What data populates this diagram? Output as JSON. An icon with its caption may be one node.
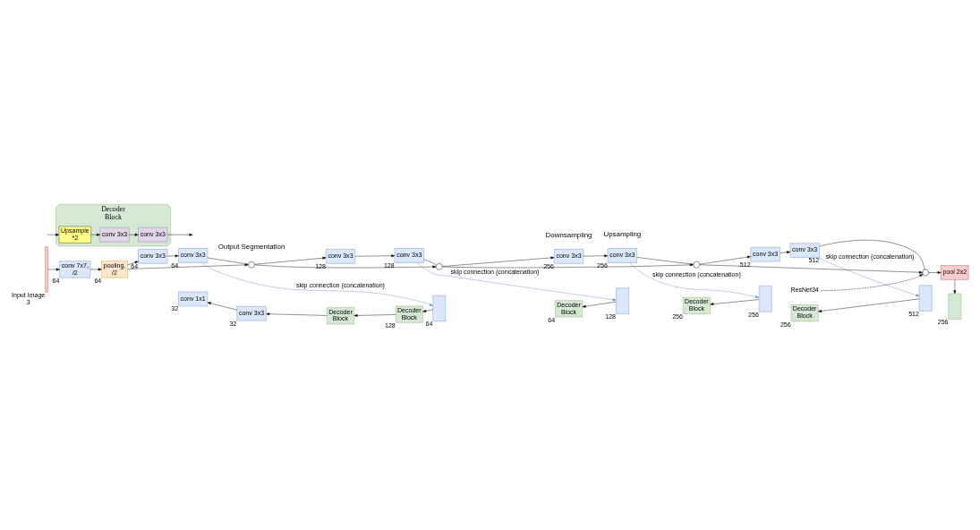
{
  "diagram": {
    "nodes": [
      {
        "text": [],
        "shape": "bar",
        "beside": [
          "Input Image",
          "3"
        ]
      },
      {
        "text": [
          "conv 7x7, /2"
        ],
        "beside": [
          "64"
        ]
      },
      {
        "text": [
          "pooling, /2"
        ],
        "beside": [
          "64"
        ]
      },
      {
        "text": [
          "conv 3x3"
        ],
        "beside": [
          "64"
        ]
      },
      {
        "text": [
          "conv 3x3"
        ],
        "beside": [
          "64"
        ]
      },
      {
        "text": [],
        "shape": "circle"
      },
      {
        "text": [
          "conv 3x3"
        ],
        "beside": [
          "128"
        ]
      },
      {
        "text": [
          "conv 3x3"
        ],
        "beside": [
          "128"
        ]
      },
      {
        "text": [],
        "shape": "circle"
      },
      {
        "text": [
          "conv 3x3"
        ],
        "beside": [
          "256"
        ]
      },
      {
        "text": [
          "conv 3x3"
        ],
        "beside": [
          "256"
        ]
      },
      {
        "text": [],
        "shape": "circle"
      },
      {
        "text": [
          "conv 3x3"
        ],
        "beside": [
          "512"
        ]
      },
      {
        "text": [
          "conv 3x3"
        ],
        "beside": [
          "512"
        ]
      },
      {
        "text": [],
        "shape": "circle"
      },
      {
        "text": [
          "pool 2x2"
        ]
      },
      {
        "text": [],
        "shape": "box",
        "beside": [
          "256"
        ]
      },
      {
        "text": [],
        "shape": "box",
        "beside": [
          "512"
        ]
      },
      {
        "text": [
          "Decoder Block"
        ],
        "beside": [
          "256"
        ]
      },
      {
        "text": [],
        "shape": "box",
        "beside": [
          "256"
        ]
      },
      {
        "text": [
          "Decoder Block"
        ],
        "beside": [
          "256"
        ]
      },
      {
        "text": [],
        "shape": "box",
        "beside": [
          "128"
        ]
      },
      {
        "text": [
          "Decoder Block"
        ],
        "beside": [
          "64"
        ]
      },
      {
        "text": [],
        "shape": "box",
        "beside": [
          "64"
        ]
      },
      {
        "text": [
          "Decoder Block"
        ],
        "beside": [
          "128"
        ]
      },
      {
        "text": [
          "Decoder Block"
        ]
      },
      {
        "text": [
          "conv 3x3"
        ],
        "beside": [
          "32"
        ]
      },
      {
        "text": [
          "conv 1x1"
        ],
        "beside": [
          "32"
        ]
      },
      {
        "text": [
          "Decoder Block"
        ]
      },
      {
        "text": [
          "Upsample *2"
        ],
        "in": 28
      },
      {
        "text": [
          "conv 3x3"
        ],
        "in": 28
      },
      {
        "text": [
          "conv 3x3"
        ],
        "in": 28
      },
      {
        "text": [
          "ResNet34"
        ]
      }
    ],
    "edges": [
      {
        "from": 0,
        "to": 1,
        "arrow": "to"
      },
      {
        "from": 1,
        "to": 2,
        "arrow": "to"
      },
      {
        "from": 2,
        "to": 3,
        "arrow": "to"
      },
      {
        "from": 3,
        "to": 4,
        "arrow": "to"
      },
      {
        "from": 4,
        "to": 5,
        "arrow": "none"
      },
      {
        "from": 5,
        "to": 6,
        "arrow": "to"
      },
      {
        "from": 6,
        "to": 7,
        "arrow": "to"
      },
      {
        "from": 7,
        "to": 8,
        "arrow": "none"
      },
      {
        "from": 8,
        "to": 9,
        "arrow": "to"
      },
      {
        "from": 9,
        "to": 10,
        "arrow": "to"
      },
      {
        "from": 10,
        "to": 11,
        "arrow": "none"
      },
      {
        "from": 11,
        "to": 12,
        "arrow": "to"
      },
      {
        "from": 12,
        "to": 13,
        "arrow": "to"
      },
      {
        "from": 13,
        "to": 14,
        "arrow": "none"
      },
      {
        "from": 14,
        "to": 15,
        "arrow": "to"
      },
      {
        "from": 15,
        "to": 16,
        "arrow": "to"
      },
      {
        "from": 17,
        "to": 18,
        "arrow": "to"
      },
      {
        "from": 19,
        "to": 20,
        "arrow": "to"
      },
      {
        "from": 21,
        "to": 22,
        "arrow": "to"
      },
      {
        "from": 23,
        "to": 24,
        "arrow": "to"
      },
      {
        "from": 24,
        "to": 25,
        "arrow": "to"
      },
      {
        "from": 25,
        "to": 26,
        "arrow": "to"
      },
      {
        "from": 26,
        "to": 27,
        "arrow": "to"
      },
      {
        "from": 2,
        "to": 5,
        "arrow": "to"
      },
      {
        "from": 5,
        "to": 8,
        "arrow": "to"
      },
      {
        "from": 8,
        "to": 11,
        "arrow": "to"
      },
      {
        "from": 11,
        "to": 14,
        "arrow": "to"
      },
      {
        "from": 4,
        "to": 23,
        "arrow": "to",
        "label": "skip connection (concatenation)",
        "color": "#6c8ebf"
      },
      {
        "from": 7,
        "to": 21,
        "arrow": "to",
        "label": "skip connection (concatenation)",
        "color": "#6c8ebf"
      },
      {
        "from": 10,
        "to": 19,
        "arrow": "to",
        "label": "skip connection (concatenation)",
        "color": "#6c8ebf"
      },
      {
        "from": 13,
        "to": 17,
        "arrow": "to",
        "label": "skip connection (concatenation)",
        "color": "#6c8ebf"
      },
      {
        "from": 32,
        "to": 14,
        "arrow": "to",
        "style": "dashed"
      },
      {
        "from": null,
        "to": 29,
        "arrow": "to"
      },
      {
        "from": 29,
        "to": 30,
        "arrow": "to"
      },
      {
        "from": 30,
        "to": 31,
        "arrow": "to"
      },
      {
        "from": 31,
        "to": null,
        "arrow": "to"
      }
    ],
    "labels": [
      "Downsampling",
      "Upsampling",
      "Output Segmentation"
    ]
  }
}
